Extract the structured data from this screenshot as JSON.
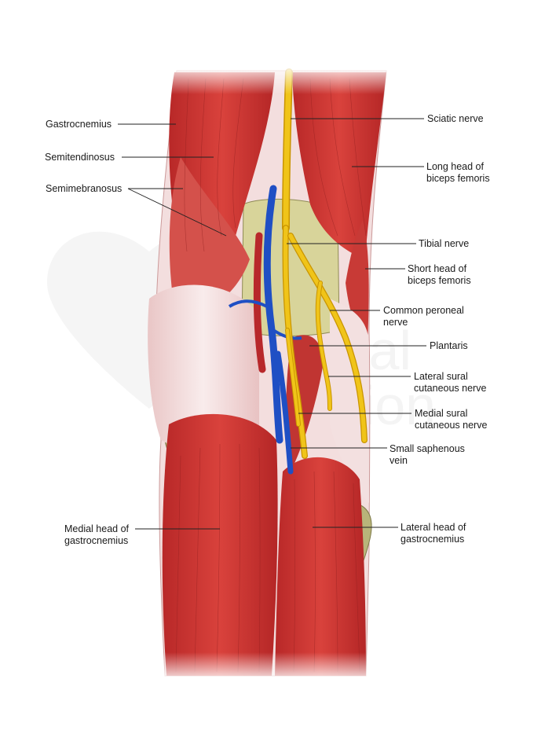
{
  "colors": {
    "muscle": "#c62f2f",
    "muscle_light": "#e46a64",
    "tendon": "#f3dcdc",
    "nerve": "#f0c419",
    "nerve_edge": "#c99400",
    "vein": "#1f4fc4",
    "artery": "#b8282b",
    "bone": "#b8b47a",
    "leader": "#222222"
  },
  "labels_left": [
    {
      "id": "gastrocnemius",
      "text": "Gastrocnemius"
    },
    {
      "id": "semitendinosus",
      "text": "Semitendinosus"
    },
    {
      "id": "semimembranosus",
      "text": "Semimebranosus"
    },
    {
      "id": "medial-head",
      "text": "Medial head of\ngastrocnemius"
    }
  ],
  "labels_right": [
    {
      "id": "sciatic",
      "text": "Sciatic nerve"
    },
    {
      "id": "long-head",
      "text": "Long head of\nbiceps femoris"
    },
    {
      "id": "tibial",
      "text": "Tibial nerve"
    },
    {
      "id": "short-head",
      "text": "Short head of\nbiceps femoris"
    },
    {
      "id": "common-peroneal",
      "text": "Common peroneal\nnerve"
    },
    {
      "id": "plantaris",
      "text": "Plantaris"
    },
    {
      "id": "lateral-sural",
      "text": "Lateral sural\ncutaneous nerve"
    },
    {
      "id": "medial-sural",
      "text": "Medial sural\ncutaneous nerve"
    },
    {
      "id": "small-saphenous",
      "text": "Small saphenous\nvein"
    },
    {
      "id": "lateral-head",
      "text": "Lateral head of\ngastrocnemius"
    }
  ]
}
